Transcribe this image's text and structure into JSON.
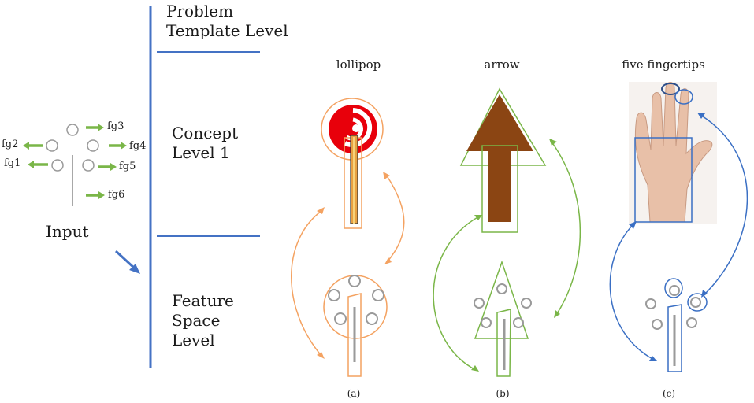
{
  "levels": {
    "problem_template": {
      "line1": "Problem",
      "line2": "Template Level"
    },
    "concept": {
      "line1": "Concept",
      "line2": "Level 1"
    },
    "feature_space": {
      "line1": "Feature",
      "line2": "Space",
      "line3": "Level"
    }
  },
  "input": {
    "label": "Input",
    "features": [
      "fg1",
      "fg2",
      "fg3",
      "fg4",
      "fg5",
      "fg6"
    ]
  },
  "columns": [
    {
      "title": "lollipop",
      "caption": "(a)"
    },
    {
      "title": "arrow",
      "caption": "(b)"
    },
    {
      "title": "five fingertips",
      "caption": "(c)"
    }
  ],
  "colors": {
    "level_divider": "#4472c4",
    "input_arrow_green": "#7ab648",
    "lollipop_orange": "#f4a261",
    "lollipop_red": "#e8000b",
    "arrow_green": "#7ab648",
    "arrow_brown": "#8b4513",
    "fingertip_blue": "#3a6fc4",
    "feature_circle_gray": "#9a9a9a",
    "skin": "#e8c0a8"
  },
  "icons": [
    "hand-photo",
    "lollipop-shape",
    "arrow-shape"
  ]
}
